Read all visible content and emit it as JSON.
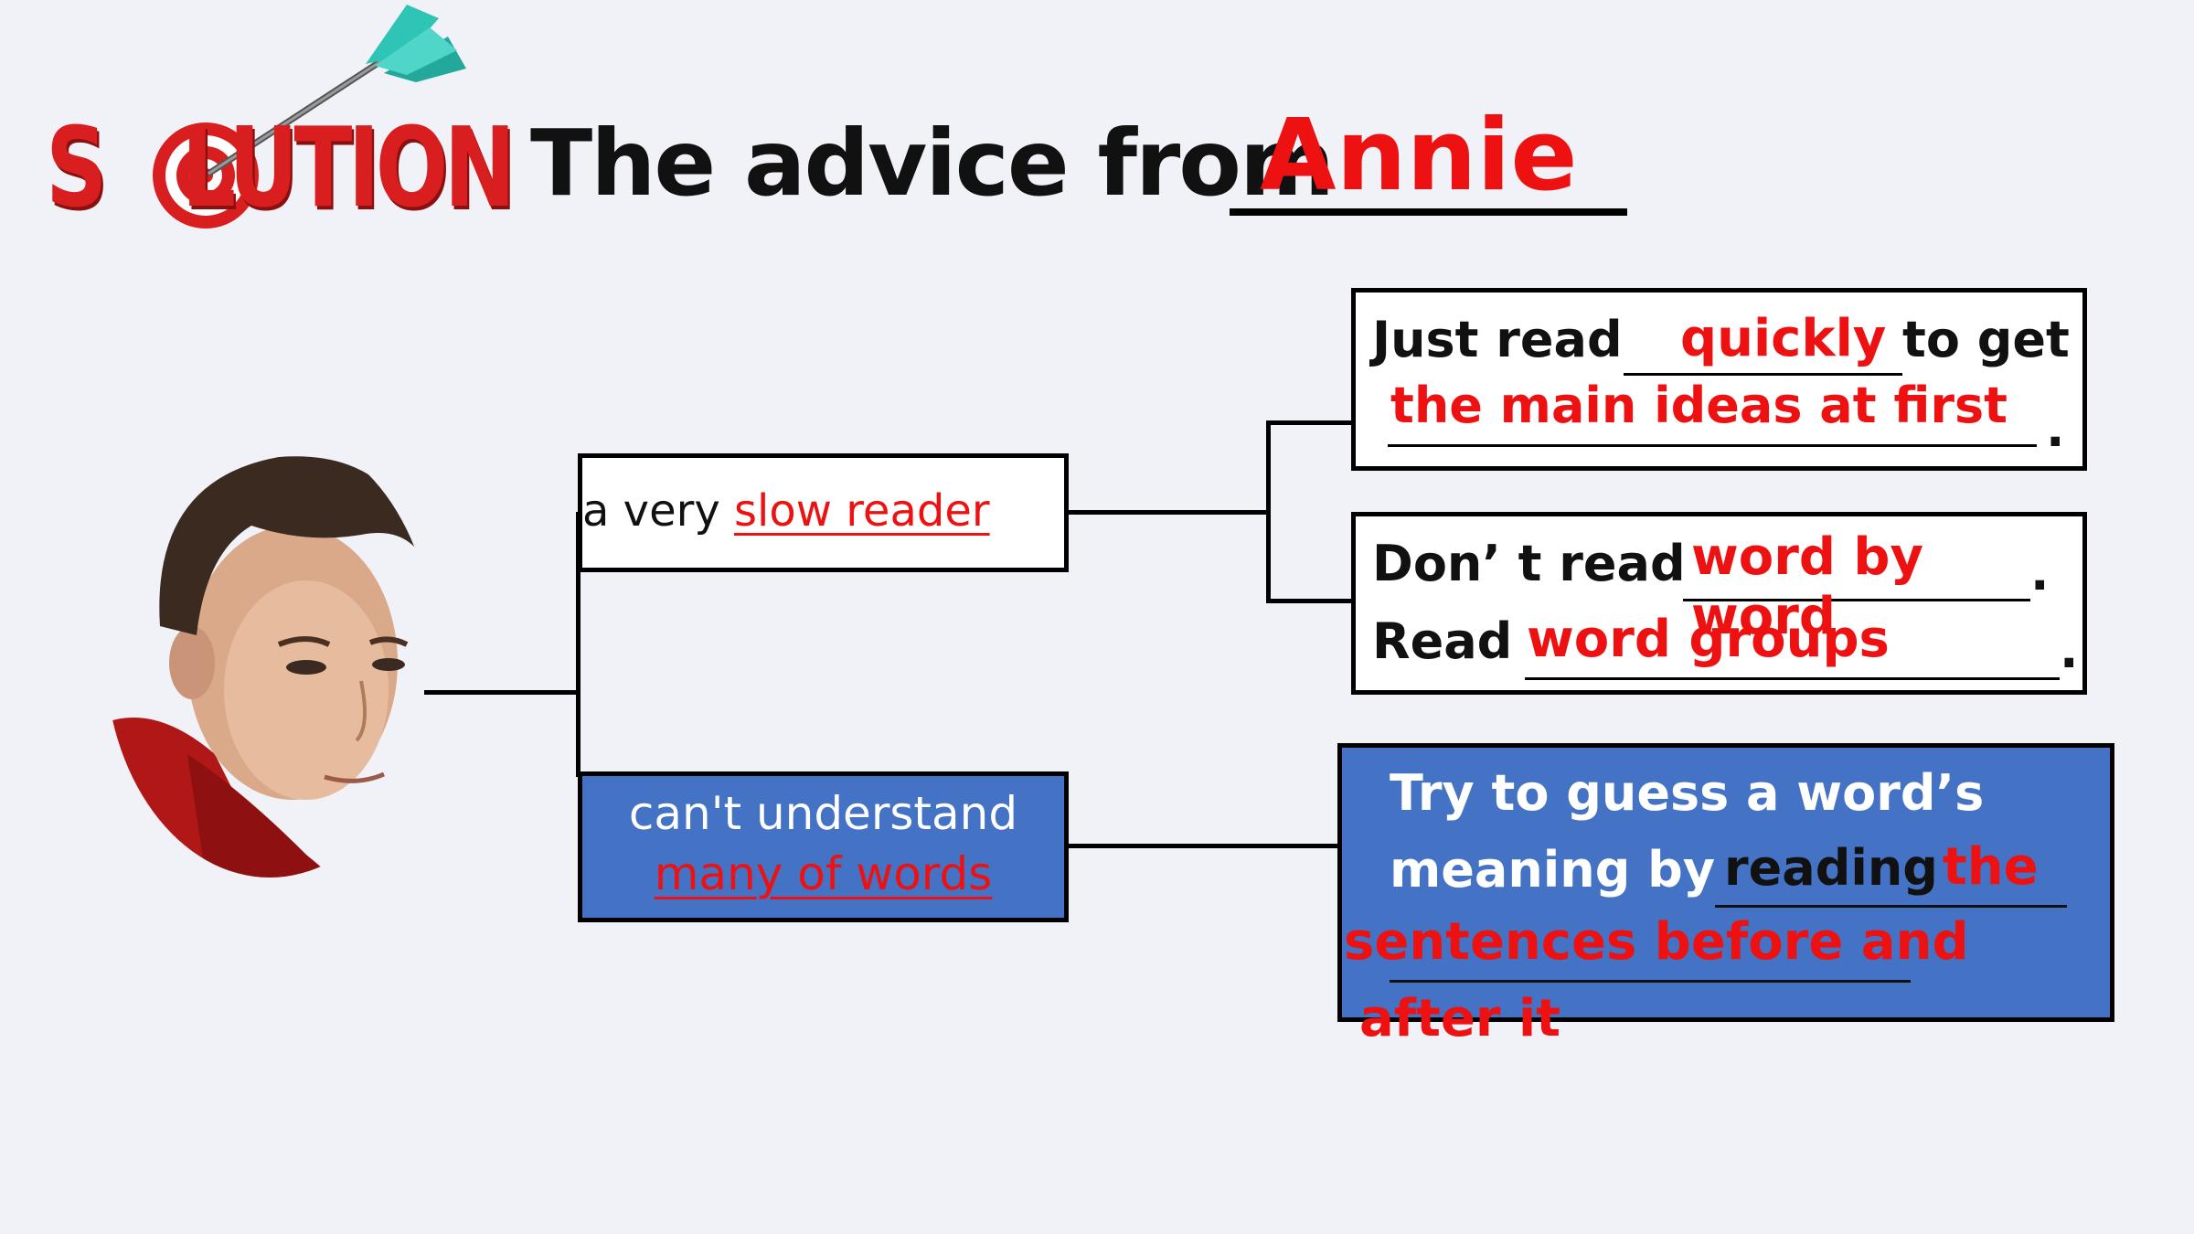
{
  "logo": {
    "word": "SOLUTION",
    "icon": "target-arrow-icon"
  },
  "title": {
    "prefix": "The advice from ",
    "answer": "Annie"
  },
  "problems": [
    {
      "prefix": "a very ",
      "answer": "slow reader"
    },
    {
      "line1": "can't understand",
      "answer": "many of words"
    }
  ],
  "tips": [
    {
      "t1": "Just read ",
      "a1": "quickly",
      "t2": "to get",
      "a2": "the main ideas at first",
      "end": "."
    },
    {
      "t1": "Don’ t read ",
      "a1": "word by word",
      "end1": ".",
      "t2": "Read ",
      "a2": "word groups",
      "end2": "."
    },
    {
      "line1": "Try to guess a word’s",
      "t2": "meaning by ",
      "a1": "reading",
      "a2": "the",
      "a3": "sentences before and",
      "a4": "after it"
    }
  ],
  "colors": {
    "answer": "#ee1111",
    "box_blue": "#4472c4",
    "logo_red": "#d81e1e",
    "arrow_teal": "#2ec4b6"
  }
}
